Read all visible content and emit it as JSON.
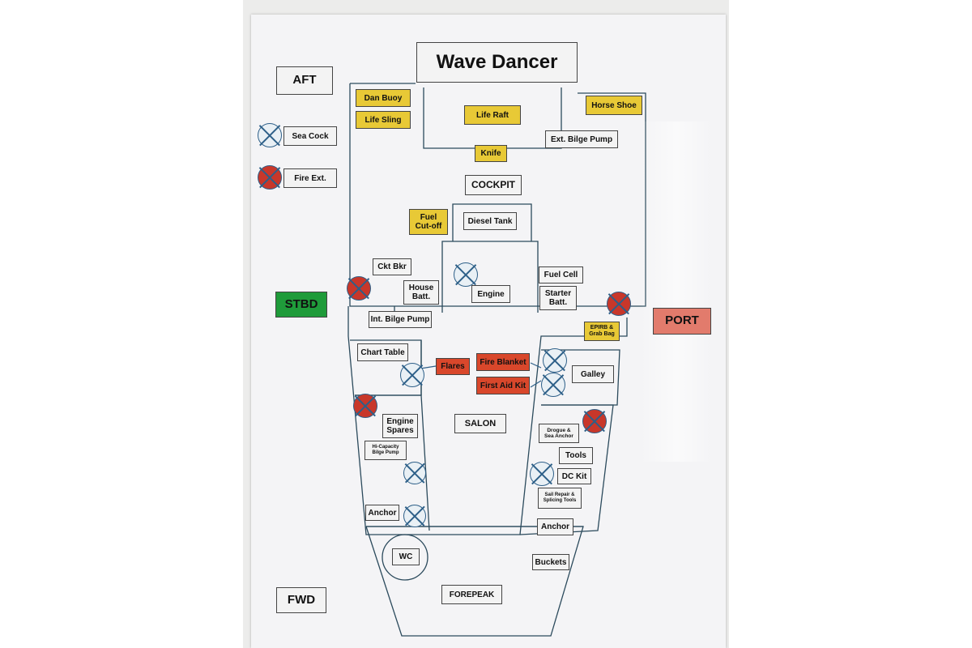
{
  "diagram": {
    "title": "Wave Dancer",
    "orientation": {
      "aft": "AFT",
      "fwd": "FWD",
      "stbd": "STBD",
      "port": "PORT"
    },
    "legend": {
      "sea_cock": "Sea Cock",
      "fire_ext": "Fire Ext."
    },
    "compartments": {
      "cockpit": "COCKPIT",
      "salon": "SALON",
      "forepeak": "FOREPEAK"
    },
    "equipment": {
      "dan_buoy": "Dan Buoy",
      "life_sling": "Life Sling",
      "life_raft": "Life Raft",
      "horse_shoe": "Horse Shoe",
      "ext_bilge_pump": "Ext. Bilge Pump",
      "knife": "Knife",
      "fuel_cutoff": "Fuel\nCut-off",
      "diesel_tank": "Diesel Tank",
      "ckt_bkr": "Ckt Bkr",
      "house_batt": "House\nBatt.",
      "engine": "Engine",
      "fuel_cell": "Fuel Cell",
      "starter_batt": "Starter\nBatt.",
      "int_bilge_pump": "Int. Bilge Pump",
      "epirb": "EPIRB &\nGrab Bag",
      "chart_table": "Chart Table",
      "flares": "Flares",
      "fire_blanket": "Fire Blanket",
      "first_aid_kit": "First Aid Kit",
      "galley": "Galley",
      "engine_spares": "Engine\nSpares",
      "hi_capacity_bilge_pump": "Hi-Capacity\nBilge Pump",
      "drogue": "Drogue &\nSea Anchor",
      "tools": "Tools",
      "dc_kit": "DC Kit",
      "sail_repair": "Sail Repair &\nSplicing Tools",
      "anchor_stbd": "Anchor",
      "anchor_port": "Anchor",
      "wc": "WC",
      "buckets": "Buckets"
    },
    "colors": {
      "safety_yellow": "#e8c936",
      "emergency_red": "#d9472b",
      "stbd_green": "#1f9b3a",
      "port_red": "#e27b6c",
      "sea_cock_blue": "#2d5f88"
    }
  }
}
